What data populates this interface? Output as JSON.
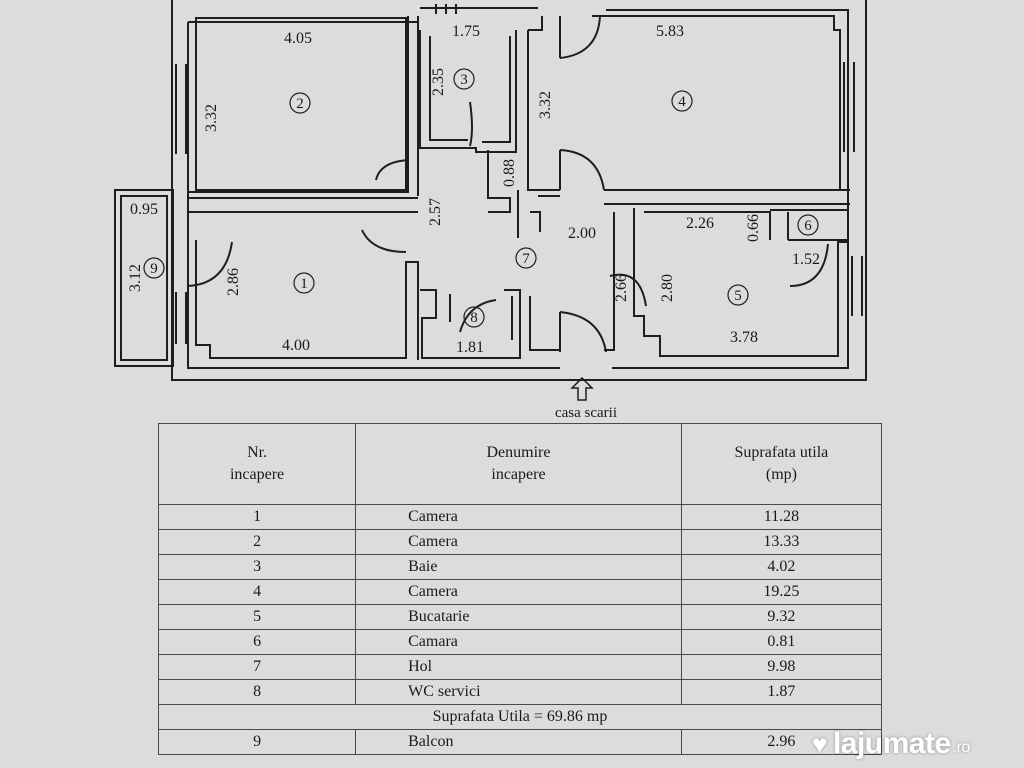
{
  "plan": {
    "entrance_caption": "casa scarii",
    "dimensions": {
      "r2_width": "4.05",
      "r2_height": "3.32",
      "r3_width": "1.75",
      "r3_height": "2.35",
      "r4_width": "5.83",
      "r4_height": "3.32",
      "hall_08": "0.88",
      "balcony_width": "0.95",
      "hall_257": "2.57",
      "hall_200": "2.00",
      "r5_226": "2.26",
      "r6_066": "0.66",
      "r6_152": "1.52",
      "r9_312": "3.12",
      "r1_286": "2.86",
      "hall_266": "2.66",
      "r5_280": "2.80",
      "r5_378": "3.78",
      "r1_width": "4.00",
      "r8_181": "1.81"
    },
    "room_numbers": {
      "n1": "1",
      "n2": "2",
      "n3": "3",
      "n4": "4",
      "n5": "5",
      "n6": "6",
      "n7": "7",
      "n8": "8",
      "n9": "9"
    }
  },
  "table": {
    "headers": [
      "Nr.\nincapere",
      "Denumire\nincapere",
      "Suprafata utila\n(mp)"
    ],
    "rows": [
      {
        "nr": "1",
        "name": "Camera",
        "area": "11.28"
      },
      {
        "nr": "2",
        "name": "Camera",
        "area": "13.33"
      },
      {
        "nr": "3",
        "name": "Baie",
        "area": "4.02"
      },
      {
        "nr": "4",
        "name": "Camera",
        "area": "19.25"
      },
      {
        "nr": "5",
        "name": "Bucatarie",
        "area": "9.32"
      },
      {
        "nr": "6",
        "name": "Camara",
        "area": "0.81"
      },
      {
        "nr": "7",
        "name": "Hol",
        "area": "9.98"
      },
      {
        "nr": "8",
        "name": "WC servici",
        "area": "1.87"
      }
    ],
    "total": "Suprafata Utila = 69.86 mp",
    "balcony_row": {
      "nr": "9",
      "name": "Balcon",
      "area": "2.96"
    }
  },
  "watermark": {
    "brand": "lajumate",
    "tld": ".ro"
  }
}
